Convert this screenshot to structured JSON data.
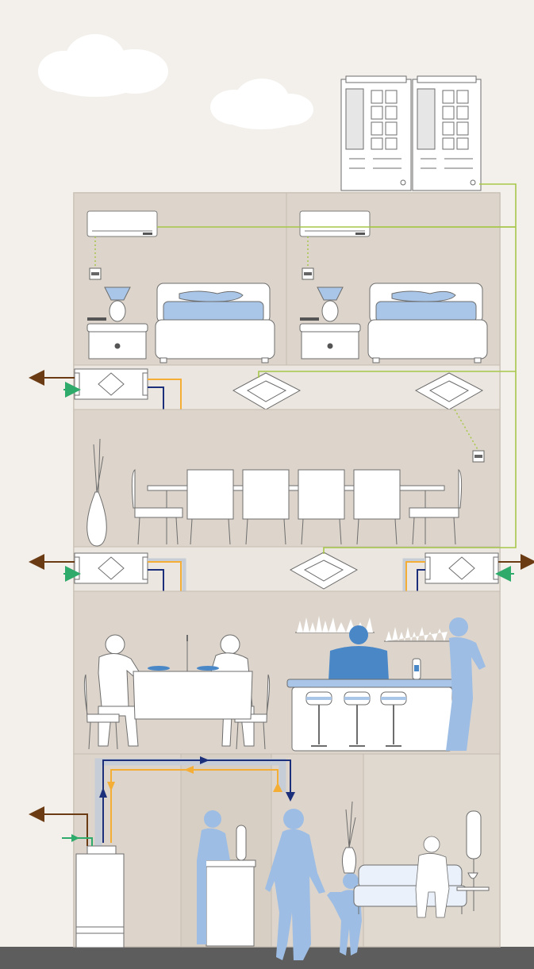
{
  "diagram": {
    "floors": [
      {
        "name": "bedroom-floor"
      },
      {
        "name": "ventilation-ceiling-1"
      },
      {
        "name": "dining-room"
      },
      {
        "name": "ventilation-ceiling-2"
      },
      {
        "name": "restaurant-bar"
      },
      {
        "name": "lobby-living-room"
      }
    ],
    "colors": {
      "sky": "#f3f0ec",
      "cloud": "#ffffff",
      "wall": "#ddd5cb",
      "wall_light": "#e7e1d9",
      "ceiling_band": "#ebe6df",
      "frame": "#c5bcb1",
      "furniture": "#ffffff",
      "furniture_line": "#6d6d6d",
      "accent_blue": "#a9c6e8",
      "silhouette": "#9dbde4",
      "silhouette_dark": "#4a87c7",
      "refrigerant_line": "#a7c74a",
      "supply_air": "#1c2f7a",
      "return_air": "#f4ae36",
      "exhaust_air": "#6b3c14",
      "fresh_air": "#2eaa6a",
      "duct": "#c7cdd6",
      "ground": "#5d5d5d"
    },
    "icons": [
      "cloud-icon",
      "outdoor-unit-icon",
      "wall-mounted-ac-icon",
      "remote-controller-icon",
      "lamp-icon",
      "bed-icon",
      "nightstand-icon",
      "erv-unit-icon",
      "cassette-ac-icon",
      "chair-icon",
      "vase-icon",
      "person-icon",
      "bar-stool-icon",
      "floor-ahu-icon",
      "sofa-icon"
    ]
  }
}
